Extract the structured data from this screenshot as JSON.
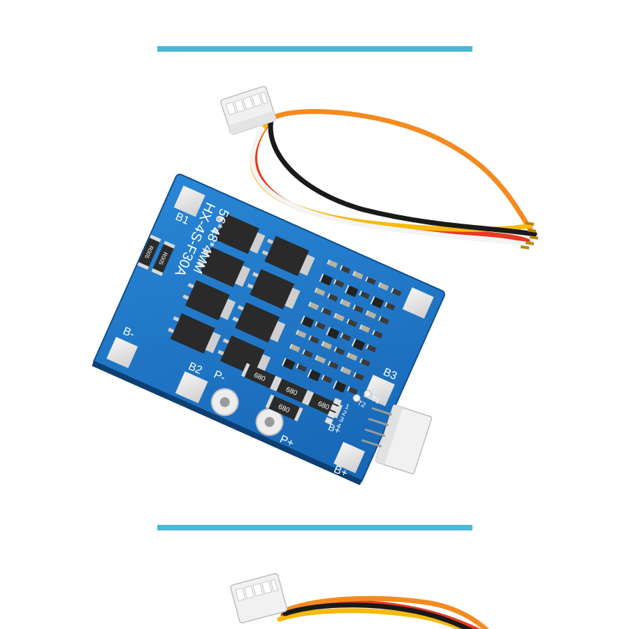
{
  "colors": {
    "accent_bar": "#4bb8d8",
    "pcb": "#1f78c8",
    "pcb_dark": "#155fa6",
    "silkscreen": "#ffffff",
    "pad": "#e9e9e9",
    "mosfet": "#2a2a2a",
    "connector": "#f1f1f1",
    "wire_red": "#e8391f",
    "wire_orange": "#f58a1f",
    "wire_yellow": "#f6b90f",
    "wire_black": "#1a1a1a",
    "wire_white": "#f4f4f4"
  },
  "board": {
    "model": "HX-4S-F30A",
    "size": "56*48*4MM",
    "labels": {
      "b1": "B1",
      "b2": "B2",
      "b3": "B3",
      "p_minus": "P-",
      "p_plus": "P+",
      "b_plus": "B+",
      "b_minus": "B-",
      "t1": "T1",
      "t2": "T2",
      "pin1": "1",
      "pin2": "2",
      "pin3": "3",
      "pin4": "4"
    },
    "resistor_upper": "R005",
    "resistor_lower": "R005",
    "shunt_code": "680"
  }
}
